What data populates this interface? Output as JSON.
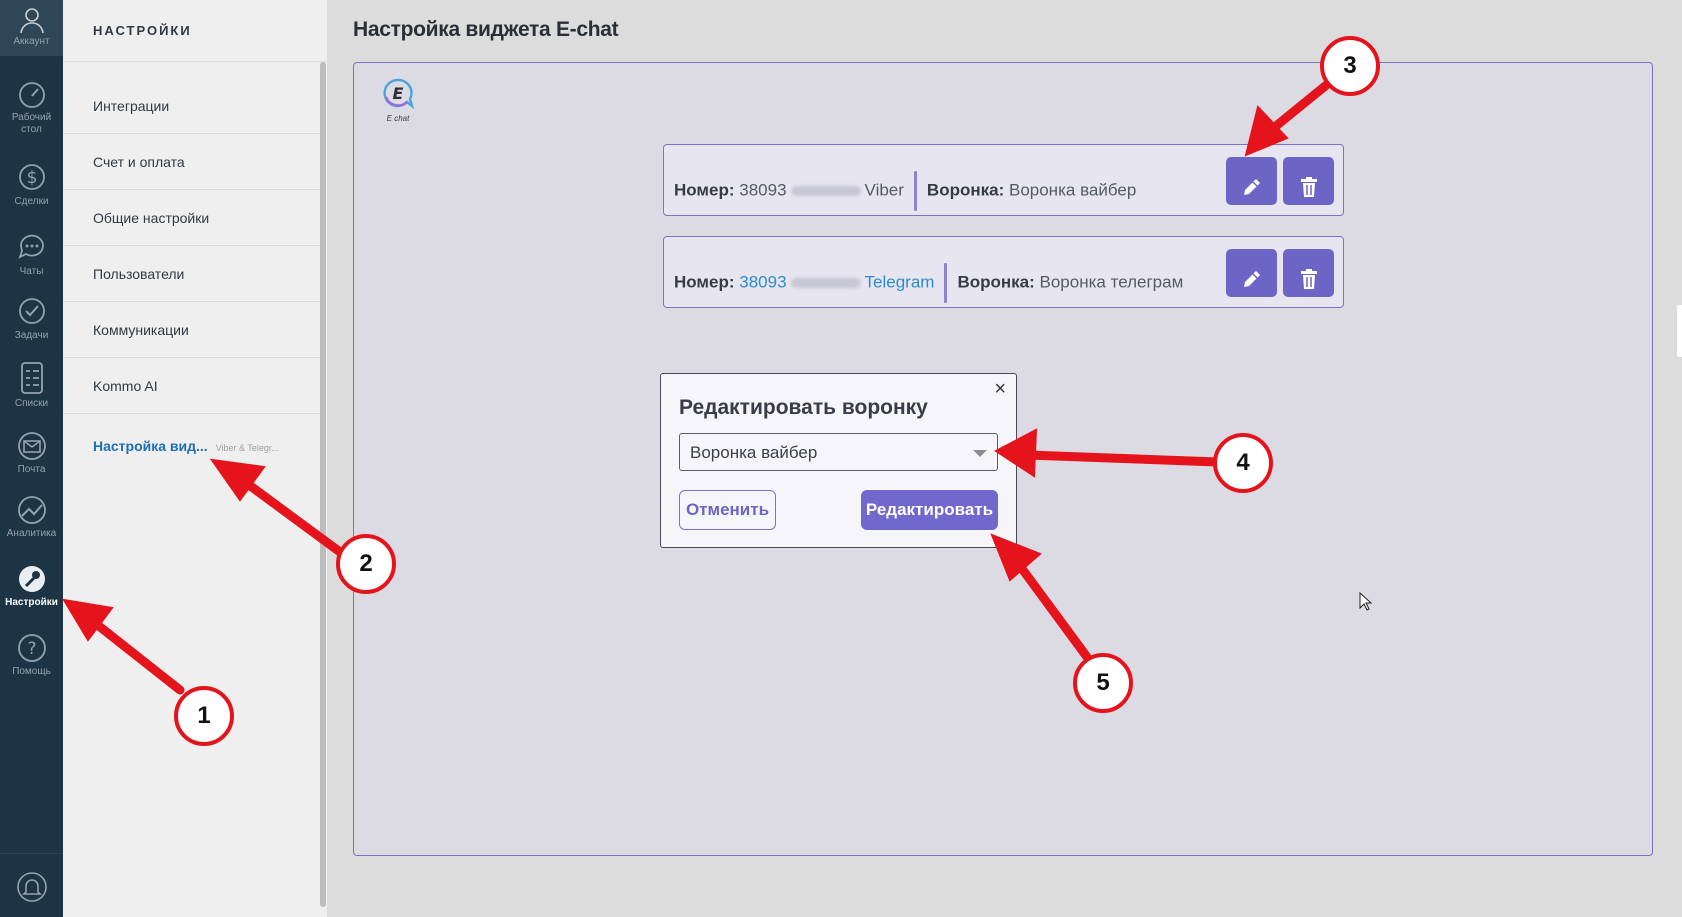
{
  "rail": {
    "account": "Аккаунт",
    "items": [
      {
        "label": "Рабочий\nстол",
        "icon": "dashboard-icon"
      },
      {
        "label": "Сделки",
        "icon": "dollar-icon"
      },
      {
        "label": "Чаты",
        "icon": "chat-icon"
      },
      {
        "label": "Задачи",
        "icon": "check-icon"
      },
      {
        "label": "Списки",
        "icon": "list-icon"
      },
      {
        "label": "Почта",
        "icon": "mail-icon"
      },
      {
        "label": "Аналитика",
        "icon": "analytics-icon"
      },
      {
        "label": "Настройки",
        "icon": "wrench-icon",
        "active": true
      },
      {
        "label": "Помощь",
        "icon": "help-icon"
      }
    ],
    "bottom_icon": "bell-icon"
  },
  "settings": {
    "heading": "НАСТРОЙКИ",
    "items": [
      {
        "label": "Интеграции"
      },
      {
        "label": "Счет и оплата"
      },
      {
        "label": "Общие настройки"
      },
      {
        "label": "Пользователи"
      },
      {
        "label": "Коммуникации"
      },
      {
        "label": "Kommo AI"
      },
      {
        "label": "Настройка вид...",
        "sub": "Viber & Telegr...",
        "active": true
      }
    ]
  },
  "page": {
    "title": "Настройка виджета E-chat"
  },
  "logo": {
    "mark": "E",
    "text": "E chat"
  },
  "rows": [
    {
      "number_label": "Номер:",
      "number": "38093",
      "channel": "Viber",
      "funnel_label": "Воронка:",
      "funnel": "Воронка вайбер"
    },
    {
      "number_label": "Номер:",
      "number": "38093",
      "channel": "Telegram",
      "funnel_label": "Воронка:",
      "funnel": "Воронка телеграм"
    }
  ],
  "modal": {
    "title": "Редактировать воронку",
    "close": "×",
    "selected": "Воронка вайбер",
    "cancel": "Отменить",
    "submit": "Редактировать"
  },
  "annotations": [
    "1",
    "2",
    "3",
    "4",
    "5"
  ],
  "colors": {
    "accent": "#6d65c6",
    "rail": "#1c3444",
    "link": "#2f8ccb",
    "arrow": "#e5141c"
  }
}
